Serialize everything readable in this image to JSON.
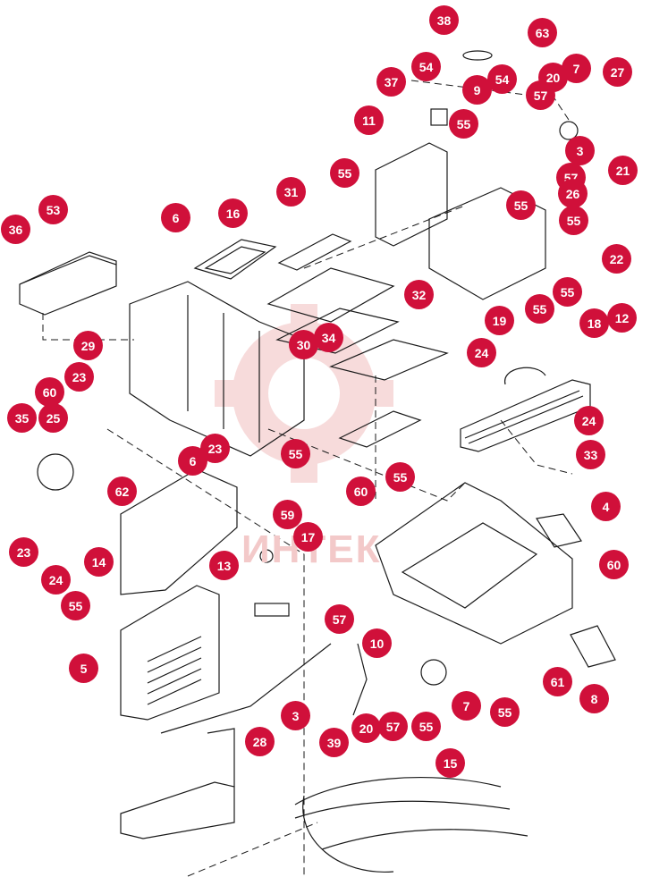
{
  "diagram": {
    "watermark_text": "ИНТЕК",
    "accent_color": "#d0103a",
    "line_color": "#1a1a1a",
    "callouts": [
      "38",
      "63",
      "54",
      "9",
      "54",
      "7",
      "27",
      "20",
      "37",
      "57",
      "55",
      "11",
      "3",
      "21",
      "57",
      "55",
      "26",
      "31",
      "16",
      "6",
      "53",
      "36",
      "55",
      "22",
      "55",
      "55",
      "32",
      "19",
      "55",
      "18",
      "12",
      "29",
      "30",
      "34",
      "24",
      "23",
      "60",
      "25",
      "35",
      "24",
      "23",
      "6",
      "55",
      "33",
      "60",
      "55",
      "62",
      "59",
      "17",
      "4",
      "13",
      "60",
      "23",
      "24",
      "14",
      "55",
      "57",
      "10",
      "5",
      "3",
      "7",
      "20",
      "57",
      "55",
      "55",
      "61",
      "8",
      "28",
      "39",
      "15"
    ]
  }
}
